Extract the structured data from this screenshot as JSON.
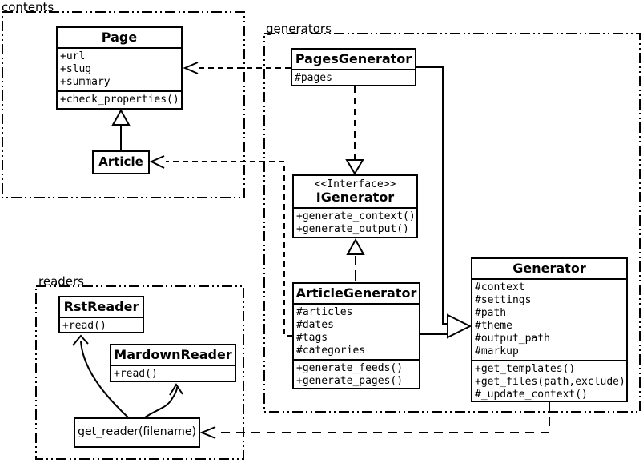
{
  "packages": {
    "contents": {
      "label": "contents"
    },
    "generators": {
      "label": "generators"
    },
    "readers": {
      "label": "readers"
    }
  },
  "classes": {
    "page": {
      "name": "Page",
      "attributes": [
        "+url",
        "+slug",
        "+summary"
      ],
      "methods": [
        "+check_properties()"
      ]
    },
    "article": {
      "name": "Article"
    },
    "pages_generator": {
      "name": "PagesGenerator",
      "attributes": [
        "#pages"
      ]
    },
    "igenerator": {
      "stereotype": "<<Interface>>",
      "name": "IGenerator",
      "methods": [
        "+generate_context()",
        "+generate_output()"
      ]
    },
    "article_generator": {
      "name": "ArticleGenerator",
      "attributes": [
        "#articles",
        "#dates",
        "#tags",
        "#categories"
      ],
      "methods": [
        "+generate_feeds()",
        "+generate_pages()"
      ]
    },
    "generator": {
      "name": "Generator",
      "attributes": [
        "#context",
        "#settings",
        "#path",
        "#theme",
        "#output_path",
        "#markup"
      ],
      "methods": [
        "+get_templates()",
        "+get_files(path,exclude)",
        "#_update_context()"
      ]
    },
    "rst_reader": {
      "name": "RstReader",
      "methods": [
        "+read()"
      ]
    },
    "mardown_reader": {
      "name": "MardownReader",
      "methods": [
        "+read()"
      ]
    },
    "get_reader": {
      "name": "get_reader(filename)"
    }
  },
  "relationships": [
    {
      "from": "Article",
      "to": "Page",
      "type": "inheritance"
    },
    {
      "from": "PagesGenerator",
      "to": "Page",
      "type": "dependency"
    },
    {
      "from": "ArticleGenerator",
      "to": "Article",
      "type": "dependency"
    },
    {
      "from": "PagesGenerator",
      "to": "IGenerator",
      "type": "realization"
    },
    {
      "from": "ArticleGenerator",
      "to": "IGenerator",
      "type": "realization"
    },
    {
      "from": "PagesGenerator",
      "to": "Generator",
      "type": "inheritance"
    },
    {
      "from": "ArticleGenerator",
      "to": "Generator",
      "type": "inheritance"
    },
    {
      "from": "Generator",
      "to": "get_reader(filename)",
      "type": "dependency"
    },
    {
      "from": "get_reader(filename)",
      "to": "RstReader",
      "type": "arrow"
    },
    {
      "from": "get_reader(filename)",
      "to": "MardownReader",
      "type": "arrow"
    }
  ],
  "colors": {
    "line": "#000000",
    "background": "#ffffff",
    "box_fill": "#ffffff"
  }
}
